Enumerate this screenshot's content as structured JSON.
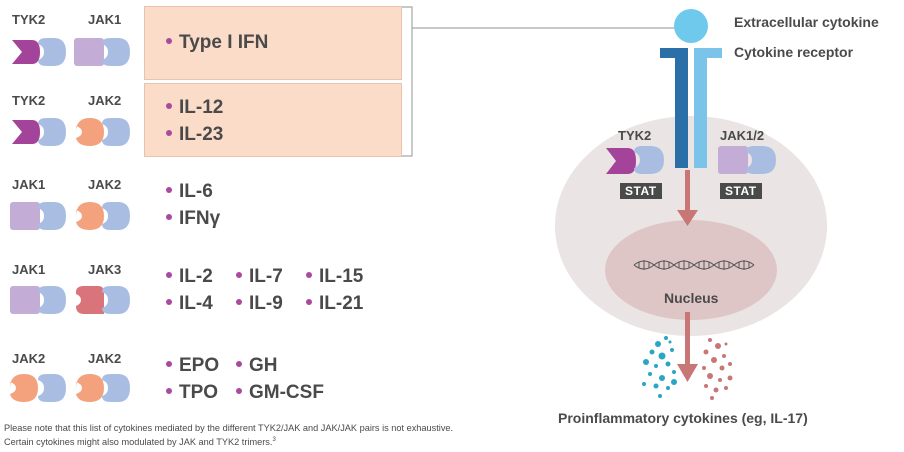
{
  "pairs": [
    {
      "left": "TYK2",
      "right": "JAK1",
      "cytokines": [
        "Type I IFN"
      ]
    },
    {
      "left": "TYK2",
      "right": "JAK2",
      "cytokines": [
        "IL-12",
        "IL-23"
      ]
    },
    {
      "left": "JAK1",
      "right": "JAK2",
      "cytokines": [
        "IL-6",
        "IFNγ"
      ]
    },
    {
      "left": "JAK1",
      "right": "JAK3",
      "cytokines": [
        "IL-2",
        "IL-7",
        "IL-15",
        "IL-4",
        "IL-9",
        "IL-21"
      ]
    },
    {
      "left": "JAK2",
      "right": "JAK2",
      "cytokines": [
        "EPO",
        "GH",
        "TPO",
        "GM-CSF"
      ]
    }
  ],
  "note": "Please note that this list of cytokines mediated by the different TYK2/JAK and JAK/JAK pairs is not exhaustive. Certain cytokines might also modulated by JAK and TYK2 trimers.",
  "note_ref": "3",
  "diagram": {
    "extracellular": "Extracellular cytokine",
    "receptor": "Cytokine receptor",
    "tyk2": "TYK2",
    "jak12": "JAK1/2",
    "stat": "STAT",
    "nucleus": "Nucleus",
    "output": "Proinflammatory cytokines (eg, IL-17)"
  },
  "colors": {
    "tyk2": "#a3449a",
    "jak1": "#c3acd6",
    "jak2": "#f4a27e",
    "jak3": "#d9757a",
    "receptor_partner": "#a9bde3",
    "highlight": "#fbdcc9",
    "cytokine": "#6ec9ec",
    "receptor_dark": "#2a6fa8",
    "receptor_light": "#7cc3ea",
    "bullet": "#a94a9e"
  }
}
